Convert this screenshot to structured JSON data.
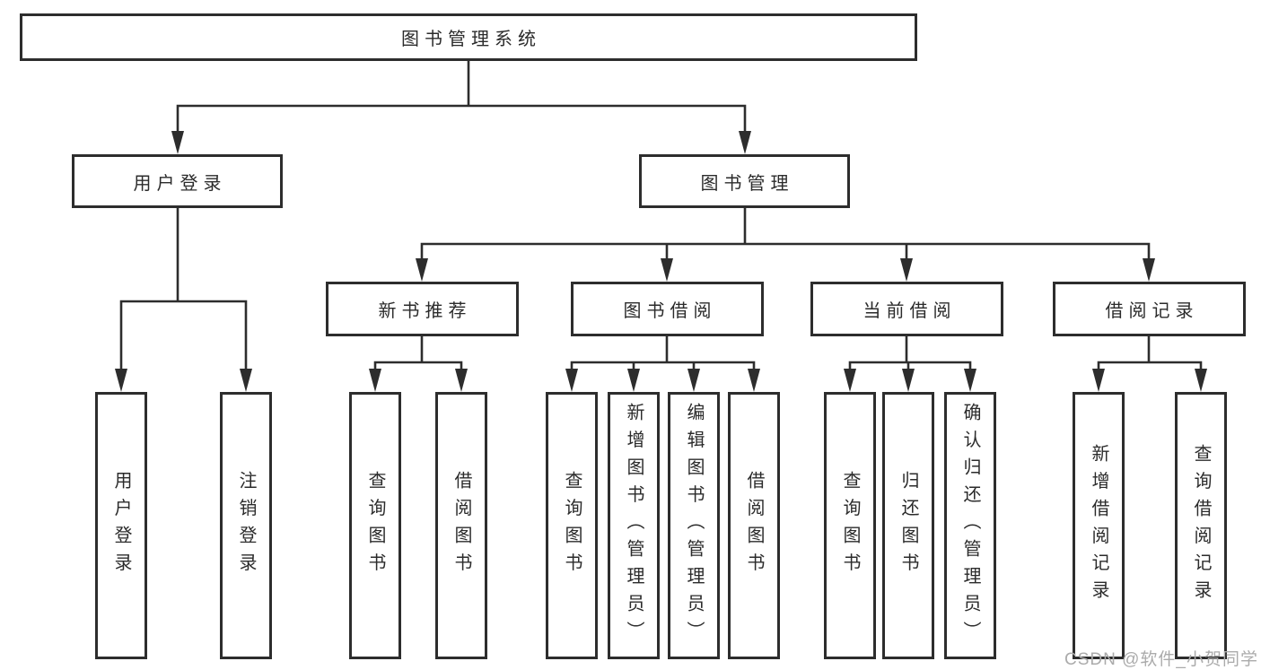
{
  "tree": {
    "root": {
      "label": "图书管理系统"
    },
    "branches": [
      {
        "label": "用户登录",
        "children": [
          {
            "label": "用户登录"
          },
          {
            "label": "注销登录"
          }
        ]
      },
      {
        "label": "图书管理",
        "children": [
          {
            "label": "新书推荐",
            "children": [
              {
                "label": "查询图书"
              },
              {
                "label": "借阅图书"
              }
            ]
          },
          {
            "label": "图书借阅",
            "children": [
              {
                "label": "查询图书"
              },
              {
                "label": "新增图书（管理员）"
              },
              {
                "label": "编辑图书（管理员）"
              },
              {
                "label": "借阅图书"
              }
            ]
          },
          {
            "label": "当前借阅",
            "children": [
              {
                "label": "查询图书"
              },
              {
                "label": "归还图书"
              },
              {
                "label": "确认归还（管理员）"
              }
            ]
          },
          {
            "label": "借阅记录",
            "children": [
              {
                "label": "新增借阅记录"
              },
              {
                "label": "查询借阅记录"
              }
            ]
          }
        ]
      }
    ]
  },
  "watermark": "CSDN @软件_小贺同学",
  "colors": {
    "line": "#2d2d2d",
    "border": "#2d2d2d",
    "text": "#2b2b2b",
    "watermark": "#ababab",
    "background": "#ffffff"
  }
}
